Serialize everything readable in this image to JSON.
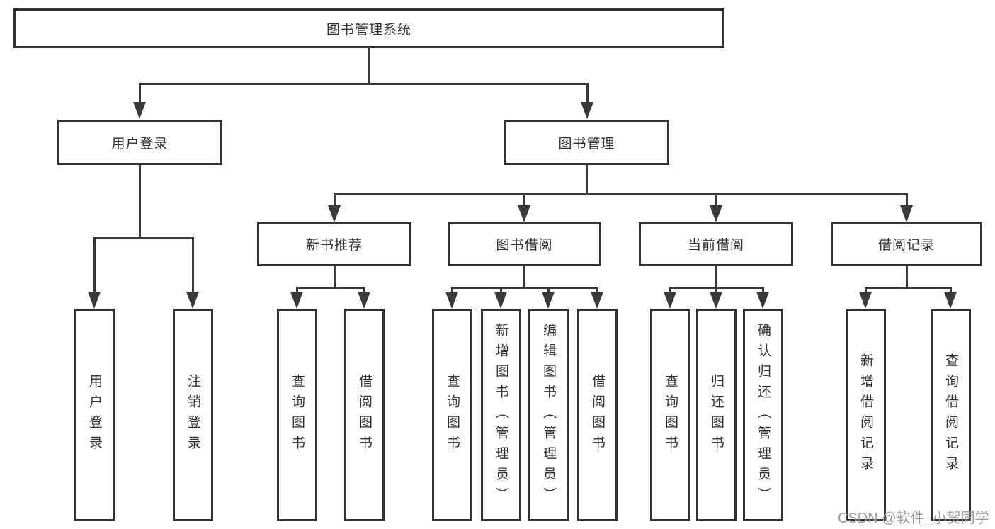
{
  "page": {
    "background": "#ffffff"
  },
  "diagram": {
    "type": "hierarchy-tree",
    "colors": {
      "line": "#3a3a3a",
      "box_border": "#333333",
      "box_fill": "#ffffff",
      "text": "#333333",
      "watermark": "#9c9ca1"
    },
    "root": {
      "label": "图书管理系统"
    },
    "level2": [
      {
        "label": "用户登录"
      },
      {
        "label": "图书管理"
      }
    ],
    "level3": [
      {
        "label": "新书推荐"
      },
      {
        "label": "图书借阅"
      },
      {
        "label": "当前借阅"
      },
      {
        "label": "借阅记录"
      }
    ],
    "leaves": [
      {
        "label": "用户登录"
      },
      {
        "label": "注销登录"
      },
      {
        "label": "查询图书"
      },
      {
        "label": "借阅图书"
      },
      {
        "label": "查询图书"
      },
      {
        "label": "新增图书（管理员）"
      },
      {
        "label": "编辑图书（管理员）"
      },
      {
        "label": "借阅图书"
      },
      {
        "label": "查询图书"
      },
      {
        "label": "归还图书"
      },
      {
        "label": "确认归还（管理员）"
      },
      {
        "label": "新增借阅记录"
      },
      {
        "label": "查询借阅记录"
      }
    ]
  },
  "watermark": {
    "text": "CSDN @软件_小贺同学"
  }
}
